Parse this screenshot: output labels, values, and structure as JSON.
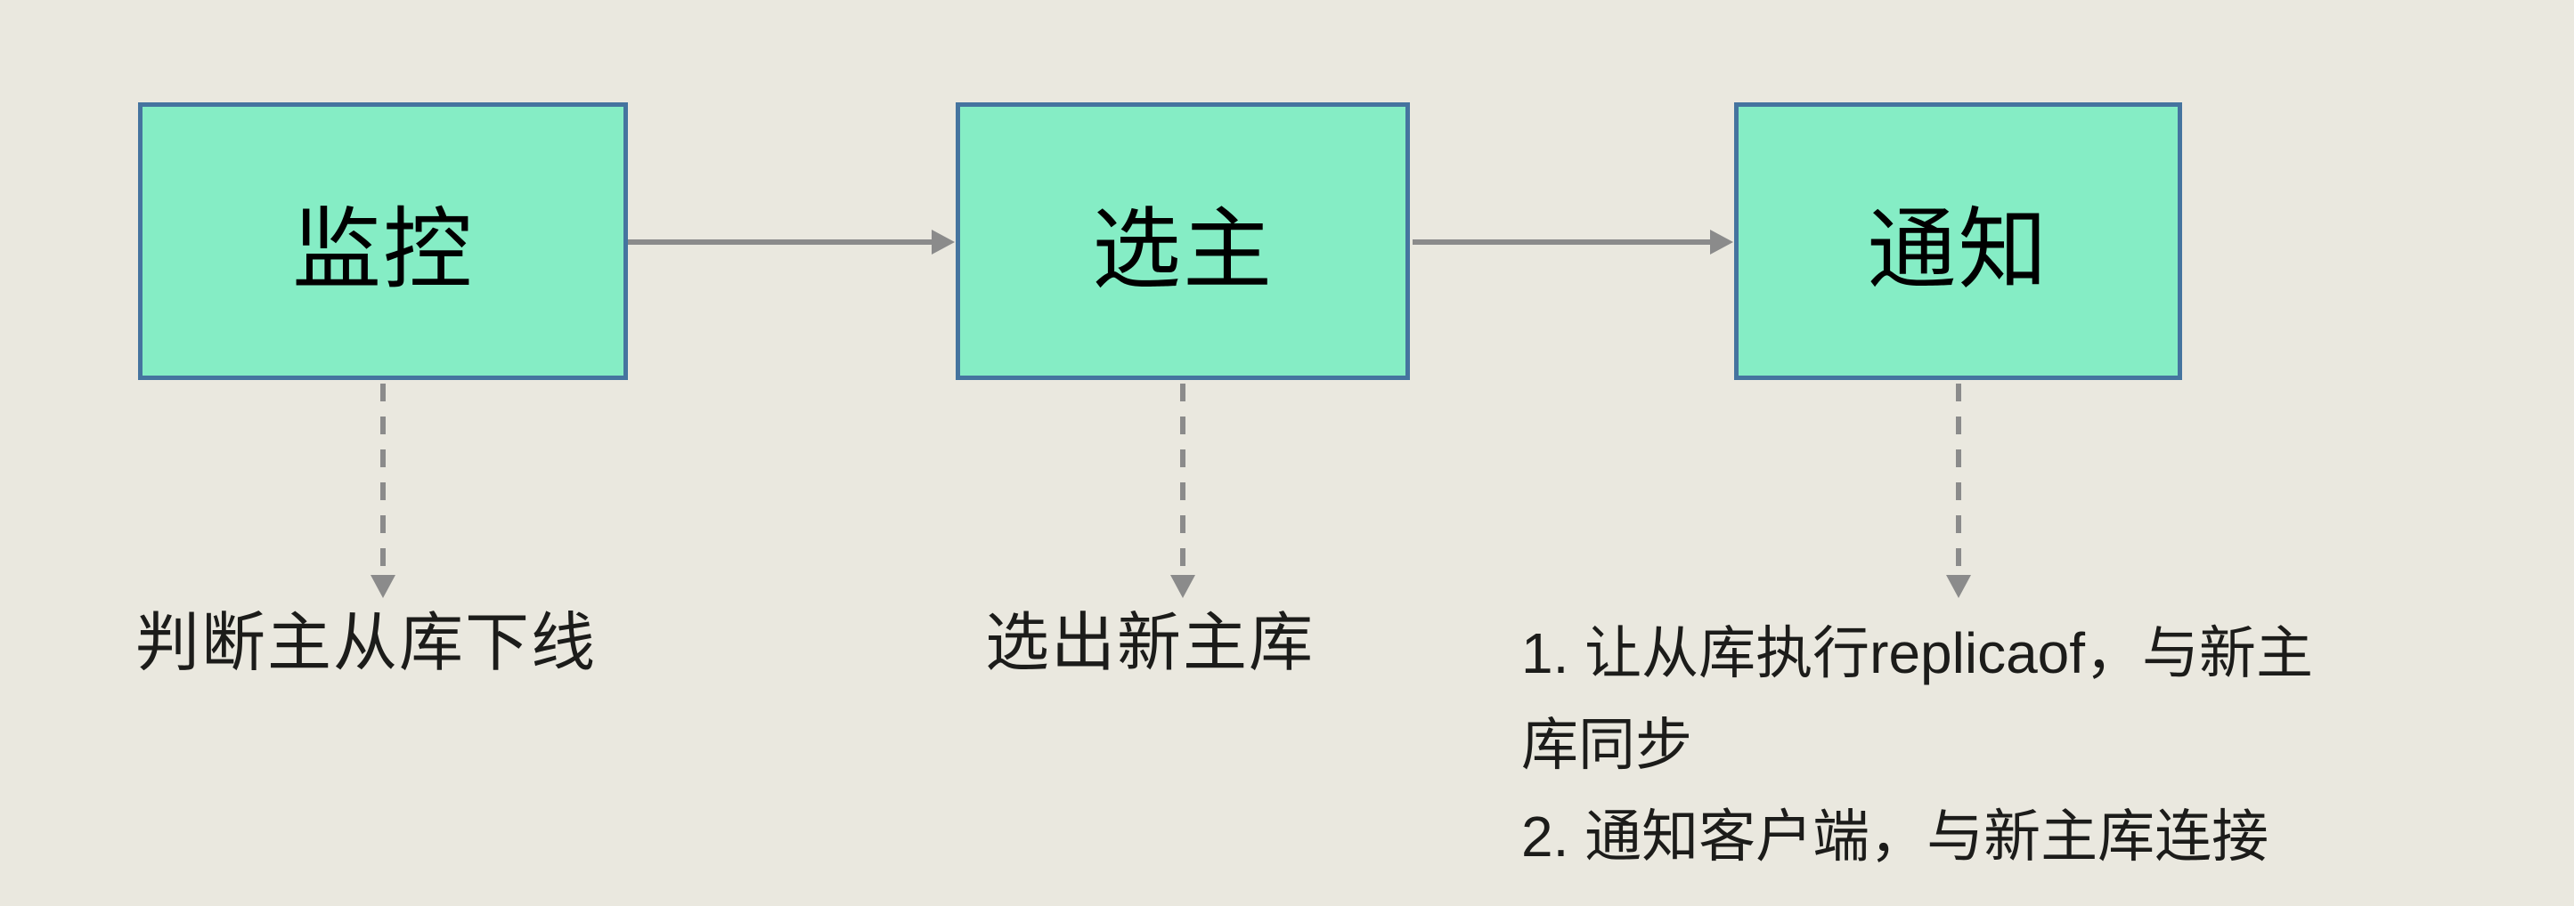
{
  "diagram": {
    "nodes": [
      {
        "id": "monitor",
        "label": "监控"
      },
      {
        "id": "elect",
        "label": "选主"
      },
      {
        "id": "notify",
        "label": "通知"
      }
    ],
    "connections": [
      {
        "from": "监控",
        "to": "选主",
        "style": "solid-arrow"
      },
      {
        "from": "选主",
        "to": "通知",
        "style": "solid-arrow"
      },
      {
        "from": "监控",
        "to": "判断主从库下线",
        "style": "dashed-arrow"
      },
      {
        "from": "选主",
        "to": "选出新主库",
        "style": "dashed-arrow"
      },
      {
        "from": "通知",
        "to": "1. 让从库执行replicaof，与新主库同步 2. 通知客户端，与新主库连接",
        "style": "dashed-arrow"
      }
    ],
    "annotations": [
      {
        "text": "判断主从库下线"
      },
      {
        "text": "选出新主库"
      },
      {
        "lines": [
          "1. 让从库执行replicaof，与新主",
          "库同步",
          "2. 通知客户端，与新主库连接"
        ]
      }
    ],
    "colors": {
      "background": "#eae8df",
      "node_fill": "#85edc5",
      "node_border": "#45749f",
      "node_text": "#000000",
      "arrow": "#8b8b8b",
      "annotation_text": "#1c1c1a"
    }
  }
}
